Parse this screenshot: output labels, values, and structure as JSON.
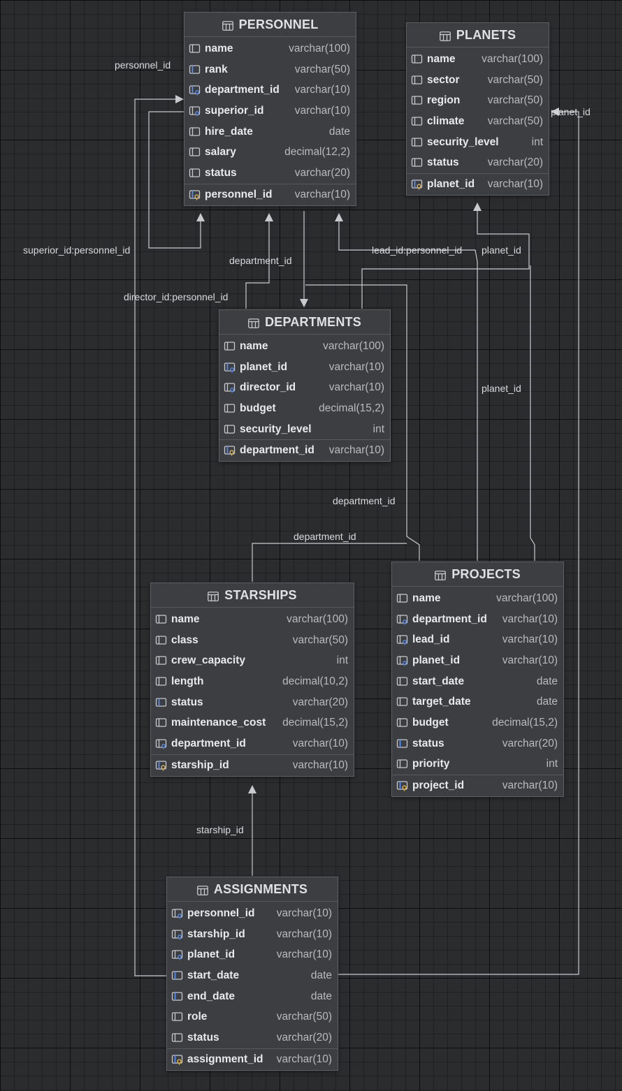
{
  "tables": {
    "personnel": {
      "title": "PERSONNEL",
      "columns": [
        {
          "name": "name",
          "type": "varchar(100)",
          "icon": "column-icon"
        },
        {
          "name": "rank",
          "type": "varchar(50)",
          "icon": "index-column-icon"
        },
        {
          "name": "department_id",
          "type": "varchar(10)",
          "icon": "index-fk-column-icon"
        },
        {
          "name": "superior_id",
          "type": "varchar(10)",
          "icon": "fk-column-icon"
        },
        {
          "name": "hire_date",
          "type": "date",
          "icon": "column-icon"
        },
        {
          "name": "salary",
          "type": "decimal(12,2)",
          "icon": "column-icon"
        },
        {
          "name": "status",
          "type": "varchar(20)",
          "icon": "column-icon"
        }
      ],
      "pk": {
        "name": "personnel_id",
        "type": "varchar(10)",
        "icon": "primary-key-icon"
      }
    },
    "planets": {
      "title": "PLANETS",
      "columns": [
        {
          "name": "name",
          "type": "varchar(100)",
          "icon": "column-icon"
        },
        {
          "name": "sector",
          "type": "varchar(50)",
          "icon": "column-icon"
        },
        {
          "name": "region",
          "type": "varchar(50)",
          "icon": "column-icon"
        },
        {
          "name": "climate",
          "type": "varchar(50)",
          "icon": "column-icon"
        },
        {
          "name": "security_level",
          "type": "int",
          "icon": "column-icon"
        },
        {
          "name": "status",
          "type": "varchar(20)",
          "icon": "column-icon"
        }
      ],
      "pk": {
        "name": "planet_id",
        "type": "varchar(10)",
        "icon": "primary-key-icon"
      }
    },
    "departments": {
      "title": "DEPARTMENTS",
      "columns": [
        {
          "name": "name",
          "type": "varchar(100)",
          "icon": "column-icon"
        },
        {
          "name": "planet_id",
          "type": "varchar(10)",
          "icon": "index-fk-column-icon"
        },
        {
          "name": "director_id",
          "type": "varchar(10)",
          "icon": "fk-column-icon"
        },
        {
          "name": "budget",
          "type": "decimal(15,2)",
          "icon": "column-icon"
        },
        {
          "name": "security_level",
          "type": "int",
          "icon": "column-icon"
        }
      ],
      "pk": {
        "name": "department_id",
        "type": "varchar(10)",
        "icon": "primary-key-icon"
      }
    },
    "starships": {
      "title": "STARSHIPS",
      "columns": [
        {
          "name": "name",
          "type": "varchar(100)",
          "icon": "column-icon"
        },
        {
          "name": "class",
          "type": "varchar(50)",
          "icon": "column-icon"
        },
        {
          "name": "crew_capacity",
          "type": "int",
          "icon": "column-icon"
        },
        {
          "name": "length",
          "type": "decimal(10,2)",
          "icon": "column-icon"
        },
        {
          "name": "status",
          "type": "varchar(20)",
          "icon": "index-column-icon"
        },
        {
          "name": "maintenance_cost",
          "type": "decimal(15,2)",
          "icon": "column-icon"
        },
        {
          "name": "department_id",
          "type": "varchar(10)",
          "icon": "fk-column-icon"
        }
      ],
      "pk": {
        "name": "starship_id",
        "type": "varchar(10)",
        "icon": "primary-key-icon"
      }
    },
    "projects": {
      "title": "PROJECTS",
      "columns": [
        {
          "name": "name",
          "type": "varchar(100)",
          "icon": "column-icon"
        },
        {
          "name": "department_id",
          "type": "varchar(10)",
          "icon": "fk-column-icon"
        },
        {
          "name": "lead_id",
          "type": "varchar(10)",
          "icon": "fk-column-icon"
        },
        {
          "name": "planet_id",
          "type": "varchar(10)",
          "icon": "fk-column-icon"
        },
        {
          "name": "start_date",
          "type": "date",
          "icon": "column-icon"
        },
        {
          "name": "target_date",
          "type": "date",
          "icon": "column-icon"
        },
        {
          "name": "budget",
          "type": "decimal(15,2)",
          "icon": "column-icon"
        },
        {
          "name": "status",
          "type": "varchar(20)",
          "icon": "index-column-icon"
        },
        {
          "name": "priority",
          "type": "int",
          "icon": "column-icon"
        }
      ],
      "pk": {
        "name": "project_id",
        "type": "varchar(10)",
        "icon": "primary-key-icon"
      }
    },
    "assignments": {
      "title": "ASSIGNMENTS",
      "columns": [
        {
          "name": "personnel_id",
          "type": "varchar(10)",
          "icon": "fk-column-icon"
        },
        {
          "name": "starship_id",
          "type": "varchar(10)",
          "icon": "fk-column-icon"
        },
        {
          "name": "planet_id",
          "type": "varchar(10)",
          "icon": "fk-column-icon"
        },
        {
          "name": "start_date",
          "type": "date",
          "icon": "index-column-icon"
        },
        {
          "name": "end_date",
          "type": "date",
          "icon": "index-column-icon"
        },
        {
          "name": "role",
          "type": "varchar(50)",
          "icon": "column-icon"
        },
        {
          "name": "status",
          "type": "varchar(20)",
          "icon": "column-icon"
        }
      ],
      "pk": {
        "name": "assignment_id",
        "type": "varchar(10)",
        "icon": "primary-key-icon"
      }
    }
  },
  "relations": {
    "assignments_personnel": "personnel_id",
    "personnel_superior": "superior_id:personnel_id",
    "personnel_department": "department_id",
    "departments_director": "director_id:personnel_id",
    "projects_lead": "lead_id:personnel_id",
    "departments_planet": "planet_id",
    "projects_planet": "planet_id",
    "assignments_planet": "planet_id",
    "projects_department": "department_id",
    "starships_department": "department_id",
    "assignments_starship": "starship_id"
  },
  "colors": {
    "background": "#2b2c2e",
    "table_fill": "#3c3e41",
    "edge": "#c9cacd",
    "fk_icon": "#5a8dee",
    "pk_icon": "#e0b44c"
  }
}
